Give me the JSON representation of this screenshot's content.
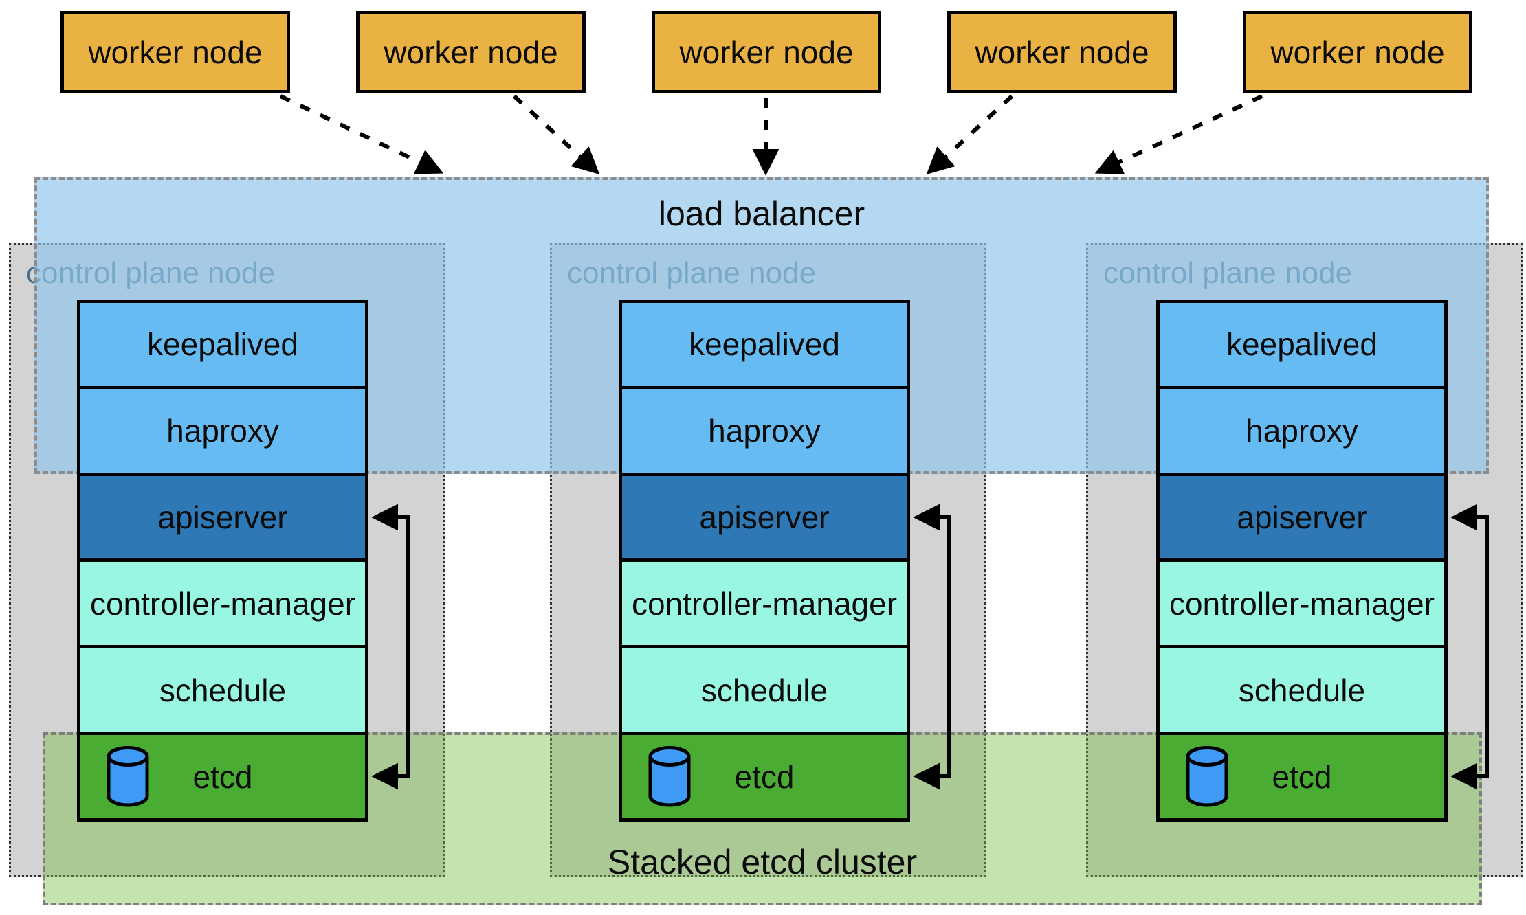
{
  "workers": [
    {
      "label": "worker node"
    },
    {
      "label": "worker node"
    },
    {
      "label": "worker node"
    },
    {
      "label": "worker node"
    },
    {
      "label": "worker node"
    }
  ],
  "load_balancer": {
    "label": "load balancer"
  },
  "control_planes": [
    {
      "label": "control plane node",
      "components": [
        {
          "label": "keepalived"
        },
        {
          "label": "haproxy"
        },
        {
          "label": "apiserver"
        },
        {
          "label": "controller-manager"
        },
        {
          "label": "schedule"
        },
        {
          "label": "etcd"
        }
      ]
    },
    {
      "label": "control plane node",
      "components": [
        {
          "label": "keepalived"
        },
        {
          "label": "haproxy"
        },
        {
          "label": "apiserver"
        },
        {
          "label": "controller-manager"
        },
        {
          "label": "schedule"
        },
        {
          "label": "etcd"
        }
      ]
    },
    {
      "label": "control plane node",
      "components": [
        {
          "label": "keepalived"
        },
        {
          "label": "haproxy"
        },
        {
          "label": "apiserver"
        },
        {
          "label": "controller-manager"
        },
        {
          "label": "schedule"
        },
        {
          "label": "etcd"
        }
      ]
    }
  ],
  "etcd_cluster": {
    "label": "Stacked etcd cluster"
  },
  "icons": {
    "etcd_database": "database-cylinder-icon"
  },
  "connections": {
    "worker_to_load_balancer": "dashed arrow from each worker node into the load balancer band",
    "apiserver_etcd_loop": "double-headed bracket arrow between apiserver and etcd on each control plane node"
  },
  "colors": {
    "worker_fill": "#eab243",
    "keepalived_haproxy_fill": "#66bcf2",
    "apiserver_fill": "#2e78b5",
    "controller_schedule_fill": "#99f6e2",
    "etcd_fill": "#4bac33",
    "database_icon_fill": "#3e9af5",
    "control_plane_fill": "#d3d3d3",
    "load_balancer_fill": "rgba(143,197,234,0.67)",
    "etcd_cluster_fill": "rgba(115,188,58,0.41)",
    "control_plane_label": "#4c7087",
    "outline": "#000000"
  }
}
